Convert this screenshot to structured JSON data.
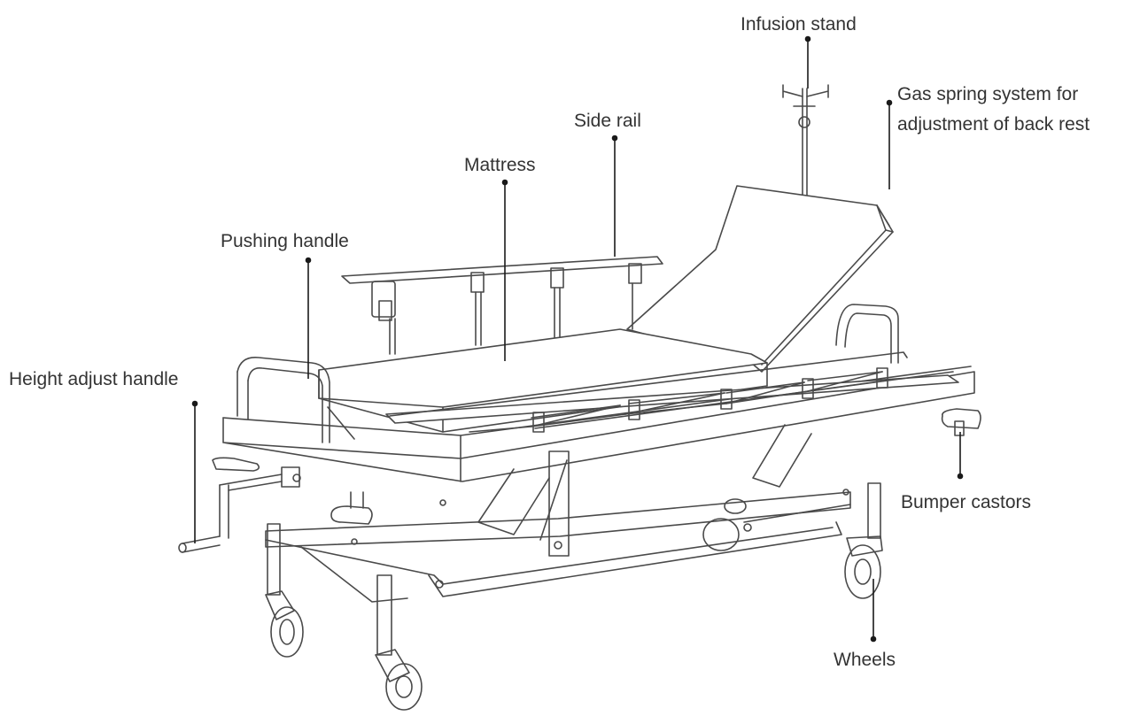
{
  "labels": {
    "infusion_stand": "Infusion stand",
    "gas_spring_line1": "Gas spring system for",
    "gas_spring_line2": "adjustment of back rest",
    "side_rail": "Side rail",
    "mattress": "Mattress",
    "pushing_handle": "Pushing handle",
    "height_adjust_handle": "Height adjust handle",
    "bumper_castors": "Bumper castors",
    "wheels": "Wheels"
  },
  "colors": {
    "line": "#4a4a4a",
    "text": "#333333",
    "leader": "#1a1a1a",
    "background": "#ffffff"
  }
}
